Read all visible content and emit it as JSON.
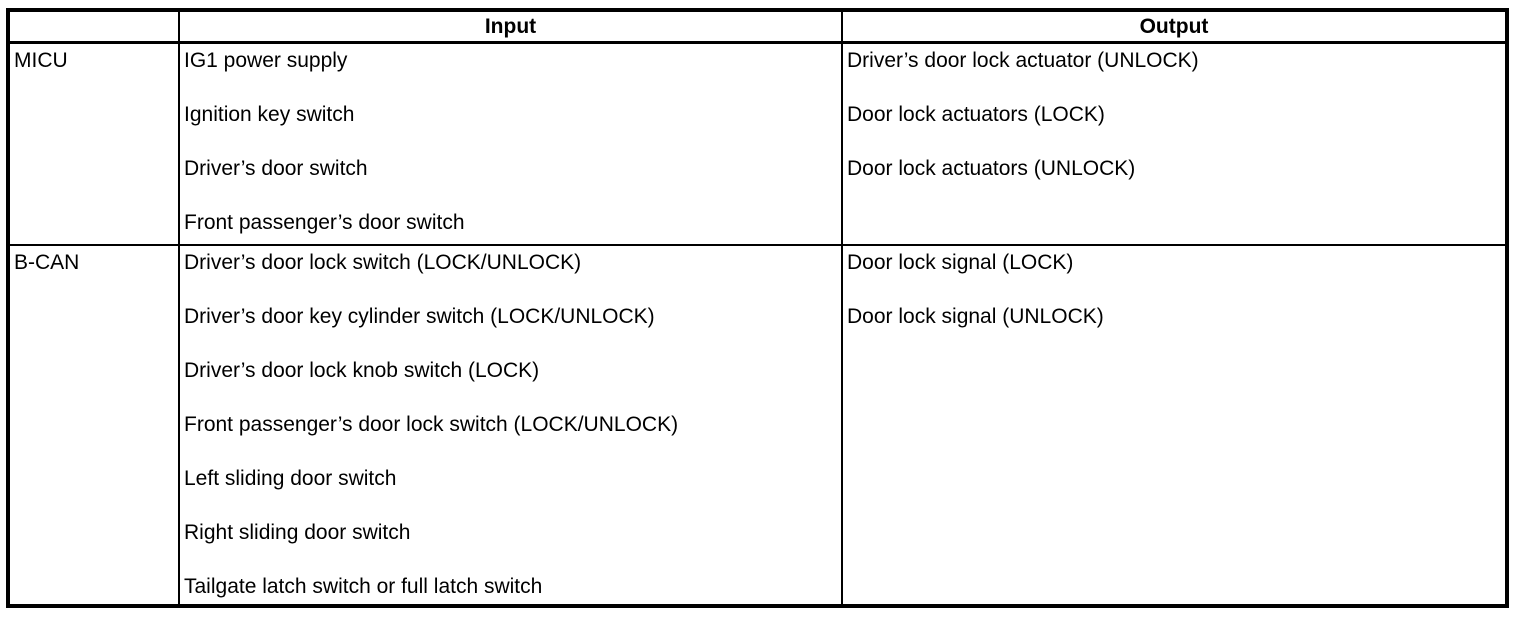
{
  "table": {
    "headers": {
      "source": "",
      "input": "Input",
      "output": "Output"
    },
    "rows": [
      {
        "source": "MICU",
        "inputs": [
          "IG1 power supply",
          "Ignition key switch",
          "Driver’s door switch",
          "Front passenger’s door switch"
        ],
        "outputs": [
          "Driver’s door lock actuator (UNLOCK)",
          "Door lock actuators (LOCK)",
          "Door lock actuators (UNLOCK)"
        ]
      },
      {
        "source": "B-CAN",
        "inputs": [
          "Driver’s door lock switch (LOCK/UNLOCK)",
          "Driver’s door key cylinder switch (LOCK/UNLOCK)",
          "Driver’s door lock knob switch (LOCK)",
          "Front passenger’s door lock switch (LOCK/UNLOCK)",
          "Left sliding door switch",
          "Right sliding door switch",
          "Tailgate latch switch or full latch switch"
        ],
        "outputs": [
          "Door lock signal (LOCK)",
          "Door lock signal (UNLOCK)"
        ]
      }
    ]
  }
}
